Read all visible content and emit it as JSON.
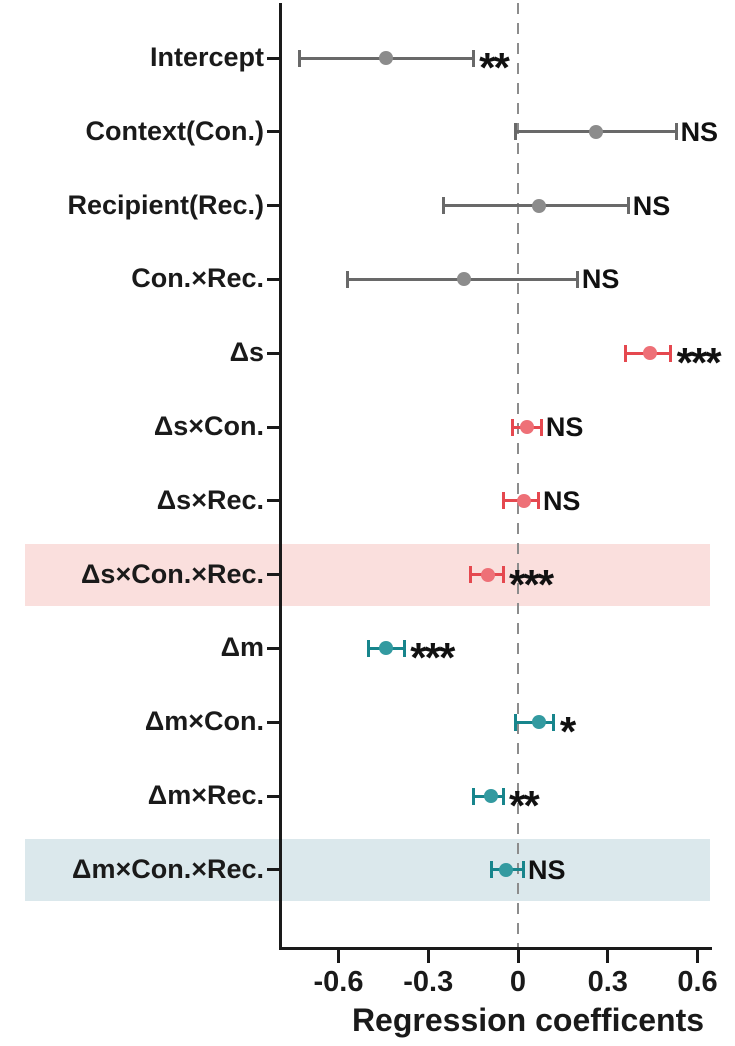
{
  "chart_data": {
    "type": "scatter",
    "subtype": "forest-coefficient-plot",
    "title": "",
    "xlabel": "Regression coefficents",
    "ylabel": "",
    "xlim": [
      -0.79,
      0.66
    ],
    "grid": false,
    "legend": "none",
    "zero_reference_line": 0,
    "x_ticks": [
      {
        "value": -0.6,
        "label": "-0.6"
      },
      {
        "value": -0.3,
        "label": "-0.3"
      },
      {
        "value": 0,
        "label": "0"
      },
      {
        "value": 0.3,
        "label": "0.3"
      },
      {
        "value": 0.6,
        "label": "0.6"
      }
    ],
    "rows": [
      {
        "label": "Intercept",
        "estimate": -0.44,
        "ci_low": -0.73,
        "ci_high": -0.15,
        "significance": "**",
        "group": "gray",
        "highlight": null
      },
      {
        "label": "Context(Con.)",
        "estimate": 0.26,
        "ci_low": -0.01,
        "ci_high": 0.53,
        "significance": "NS",
        "group": "gray",
        "highlight": null
      },
      {
        "label": "Recipient(Rec.)",
        "estimate": 0.07,
        "ci_low": -0.25,
        "ci_high": 0.37,
        "significance": "NS",
        "group": "gray",
        "highlight": null
      },
      {
        "label": "Con.×Rec.",
        "estimate": -0.18,
        "ci_low": -0.57,
        "ci_high": 0.2,
        "significance": "NS",
        "group": "gray",
        "highlight": null
      },
      {
        "label": "Δs",
        "estimate": 0.44,
        "ci_low": 0.36,
        "ci_high": 0.51,
        "significance": "***",
        "group": "red",
        "highlight": null
      },
      {
        "label": "Δs×Con.",
        "estimate": 0.03,
        "ci_low": -0.02,
        "ci_high": 0.08,
        "significance": "NS",
        "group": "red",
        "highlight": null
      },
      {
        "label": "Δs×Rec.",
        "estimate": 0.02,
        "ci_low": -0.05,
        "ci_high": 0.07,
        "significance": "NS",
        "group": "red",
        "highlight": null
      },
      {
        "label": "Δs×Con.×Rec.",
        "estimate": -0.1,
        "ci_low": -0.16,
        "ci_high": -0.05,
        "significance": "***",
        "group": "red",
        "highlight": "pink"
      },
      {
        "label": "Δm",
        "estimate": -0.44,
        "ci_low": -0.5,
        "ci_high": -0.38,
        "significance": "***",
        "group": "teal",
        "highlight": null
      },
      {
        "label": "Δm×Con.",
        "estimate": 0.07,
        "ci_low": -0.01,
        "ci_high": 0.12,
        "significance": "*",
        "group": "teal",
        "highlight": null
      },
      {
        "label": "Δm×Rec.",
        "estimate": -0.09,
        "ci_low": -0.15,
        "ci_high": -0.05,
        "significance": "**",
        "group": "teal",
        "highlight": null
      },
      {
        "label": "Δm×Con.×Rec.",
        "estimate": -0.04,
        "ci_low": -0.09,
        "ci_high": 0.02,
        "significance": "NS",
        "group": "teal",
        "highlight": "blue"
      }
    ],
    "colors": {
      "gray_line": "#696969",
      "gray_point": "#8c8c8c",
      "red_line": "#e5484f",
      "red_point": "#ee7077",
      "teal_line": "#17858c",
      "teal_point": "#339aa0",
      "pink_band": "#fadfdd",
      "blue_band": "#dbe8ec",
      "axis": "#1a1a1a",
      "zero_line": "#8c8c8c",
      "text": "#1a1a1a"
    }
  }
}
